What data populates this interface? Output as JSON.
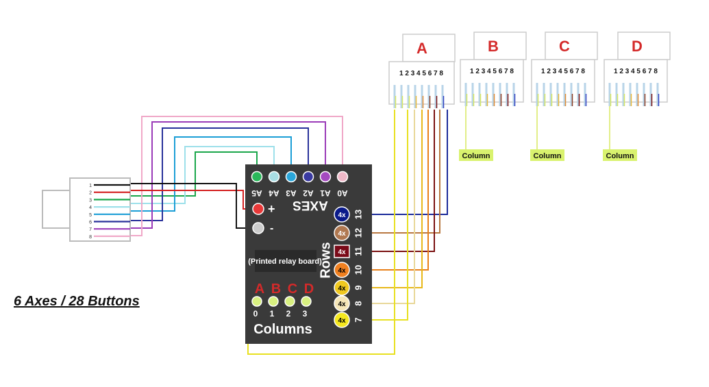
{
  "title": "6 Axes / 28 Buttons",
  "board": {
    "axes_label": "AXES",
    "axes_pins": [
      "A5",
      "A4",
      "A3",
      "A2",
      "A1",
      "A0"
    ],
    "plus_label": "+",
    "minus_label": "-",
    "relay_label": "(Printed relay board)",
    "rows_label": "Rows",
    "row_multiplier": "4x",
    "row_numbers": [
      "13",
      "12",
      "11",
      "10",
      "9",
      "8",
      "7"
    ],
    "column_letters": [
      "A",
      "B",
      "C",
      "D"
    ],
    "column_numbers": [
      "0",
      "1",
      "2",
      "3"
    ],
    "columns_label": "Columns"
  },
  "left_connector": {
    "pins": [
      "1",
      "2",
      "3",
      "4",
      "5",
      "6",
      "7",
      "8"
    ]
  },
  "connectors": [
    {
      "letter": "A",
      "pins": "1 2 3 4 5 6 7 8",
      "column_label": ""
    },
    {
      "letter": "B",
      "pins": "1 2 3 4 5 6 7 8",
      "column_label": "Column"
    },
    {
      "letter": "C",
      "pins": "1 2 3 4 5 6 7 8",
      "column_label": "Column"
    },
    {
      "letter": "D",
      "pins": "1 2 3 4 5 6 7 8",
      "column_label": "Column"
    }
  ],
  "colors": {
    "board": "#3a3a3a",
    "letters_red": "#d42a2a",
    "column_label_bg": "#d9f26e",
    "axis_wires": [
      "#1aa64a",
      "#9de0ea",
      "#1a9ed6",
      "#28309a",
      "#9a3ab8",
      "#f0a8c8"
    ],
    "row_wires": [
      "#1a2a9a",
      "#b87840",
      "#7a1010",
      "#e8801a",
      "#e8b818",
      "#e8d89a",
      "#e8e020"
    ],
    "row_fills": [
      "#0a1a8a",
      "#b07850",
      "#7a0a18",
      "#f08020",
      "#f0c820",
      "#f5e6b8",
      "#f5e820"
    ],
    "row_text": [
      "#ffffff",
      "#ffffff",
      "#ffffff",
      "#000000",
      "#000000",
      "#000000",
      "#000000"
    ]
  }
}
